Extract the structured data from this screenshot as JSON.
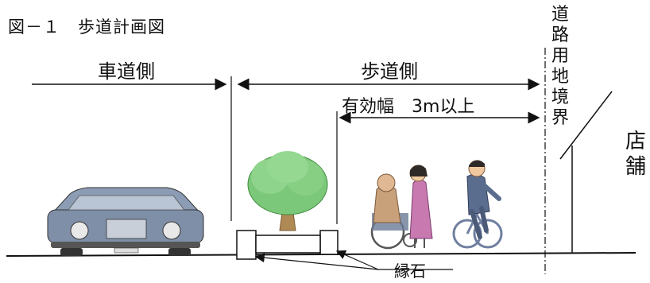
{
  "title": "図－１　歩道計画図",
  "labels": {
    "roadway_side": "車道側",
    "sidewalk_side": "歩道側",
    "effective_width": "有効幅　3m以上",
    "curbstone": "縁石"
  },
  "vertical_labels": {
    "boundary": [
      "道",
      "路",
      "用",
      "地",
      "境",
      "界"
    ],
    "shop": [
      "店",
      "舗"
    ]
  },
  "colors": {
    "ink": "#111111",
    "car_body": "#7f8fa8",
    "tree_leaves": "#7cc87a",
    "tree_trunk": "#b08a55",
    "wheelchair_person": "#c8a07a",
    "caregiver_dress": "#c87ab0",
    "cyclist_suit": "#5b6d8f",
    "bicycle": "#6f7fa0"
  }
}
